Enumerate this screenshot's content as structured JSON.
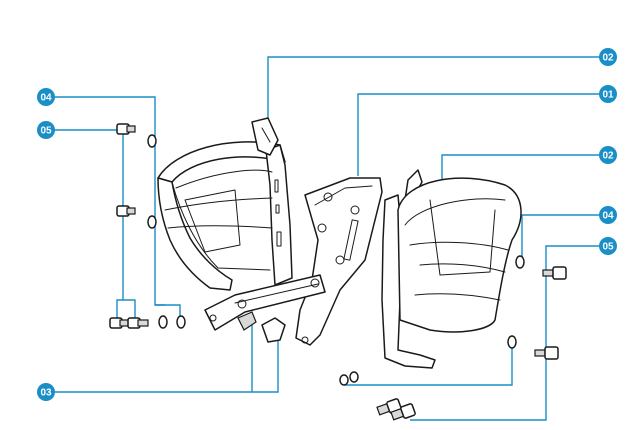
{
  "diagram": {
    "accent_color": "#1a8fc7",
    "line_color": "#1a1a1a",
    "callouts": [
      {
        "id": "left_washer",
        "label": "04"
      },
      {
        "id": "left_bolt",
        "label": "05"
      },
      {
        "id": "left_fastener",
        "label": "03"
      },
      {
        "id": "top_cage_clip",
        "label": "02"
      },
      {
        "id": "mount_plate",
        "label": "01"
      },
      {
        "id": "right_cage",
        "label": "02"
      },
      {
        "id": "right_washer",
        "label": "04"
      },
      {
        "id": "right_bolt",
        "label": "05"
      }
    ]
  }
}
